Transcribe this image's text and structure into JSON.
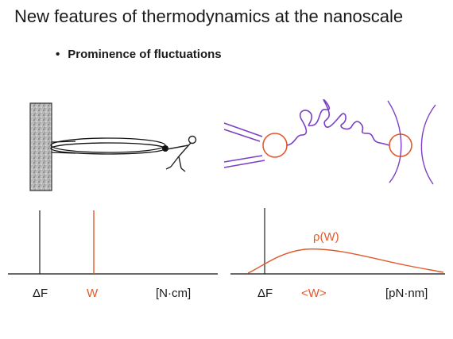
{
  "slide": {
    "title": "New features of thermodynamics at the nanoscale",
    "bullet": "Prominence of fluctuations"
  },
  "left_panel": {
    "labels": {
      "delta_f": "ΔF",
      "work": "W",
      "units": "[N·cm]"
    }
  },
  "right_panel": {
    "labels": {
      "rho": "ρ(W)",
      "delta_f": "ΔF",
      "mean_work": "<W>",
      "units": "[pN·nm]"
    }
  },
  "colors": {
    "text": "#1a1a1a",
    "accent_red": "#e05a2b",
    "molecule_purple": "#7a3fc7",
    "wall_gray": "#9a9a9a"
  }
}
